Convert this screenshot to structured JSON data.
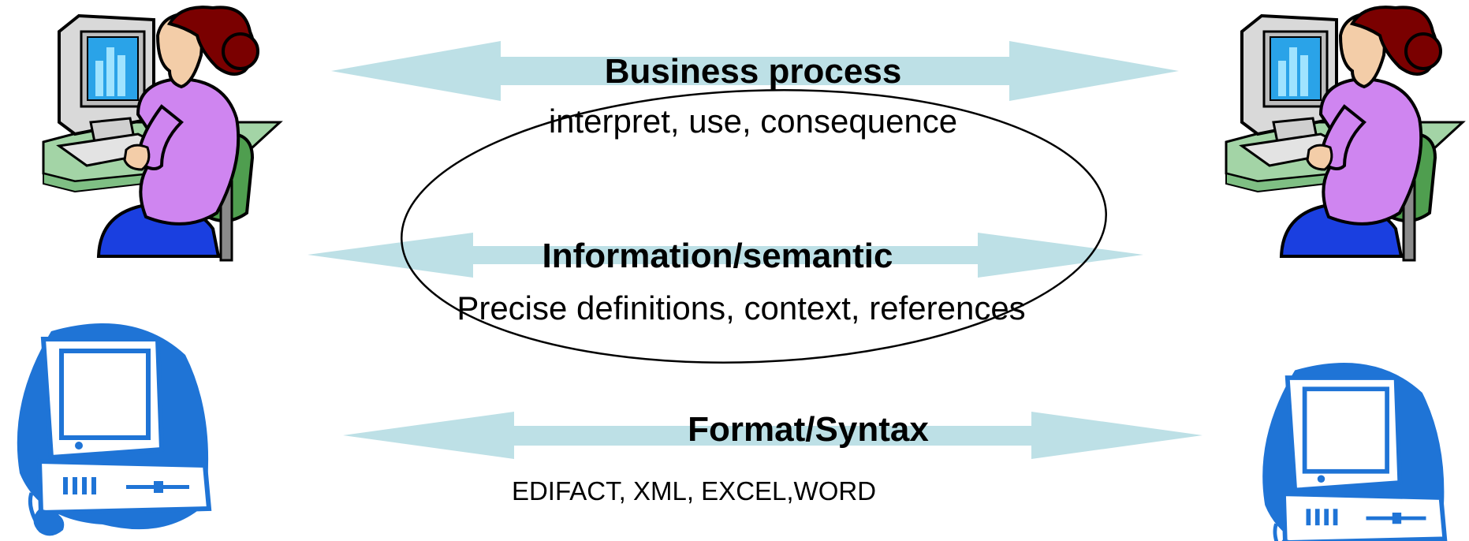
{
  "layers": [
    {
      "title": "Business process",
      "subtitle": "interpret, use, consequence"
    },
    {
      "title": "Information/semantic",
      "subtitle": "Precise definitions, context, references"
    },
    {
      "title": "Format/Syntax",
      "subtitle": "EDIFACT, XML, EXCEL,WORD"
    }
  ],
  "icons": {
    "left_person": "woman-at-computer-icon",
    "right_person": "woman-at-computer-icon",
    "left_computer": "desktop-computer-icon",
    "right_computer": "desktop-computer-icon"
  },
  "colors": {
    "arrow": "#bde0e6",
    "computer_blue": "#1f74d6",
    "screen_blue": "#2aa3e8",
    "sweater": "#cf85f0",
    "hair": "#7a0000",
    "chair": "#4f9e4f",
    "desk": "#a3d4a6",
    "pants": "#1a3fe0"
  }
}
